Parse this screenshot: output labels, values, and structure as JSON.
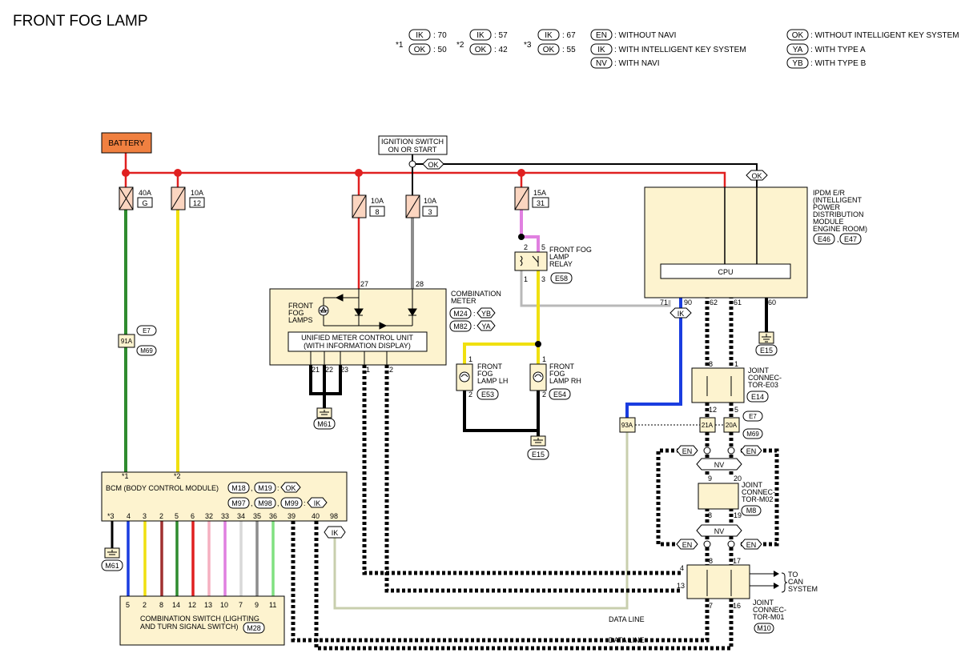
{
  "title": "FRONT FOG LAMP",
  "legend": {
    "star1": "*1",
    "star2": "*2",
    "star3": "*3",
    "s1_ik": "IK",
    "s1_ik_v": ": 70",
    "s1_ok": "OK",
    "s1_ok_v": ": 50",
    "s2_ik": "IK",
    "s2_ik_v": ": 57",
    "s2_ok": "OK",
    "s2_ok_v": ": 42",
    "s3_ik": "IK",
    "s3_ik_v": ": 67",
    "s3_ok": "OK",
    "s3_ok_v": ": 55",
    "en_tag": "EN",
    "en_text": ": WITHOUT NAVI",
    "ik_tag": "IK",
    "ik_text": ": WITH INTELLIGENT KEY SYSTEM",
    "nv_tag": "NV",
    "nv_text": ": WITH NAVI",
    "ok_tag": "OK",
    "ok_text": ": WITHOUT INTELLIGENT KEY SYSTEM",
    "ya_tag": "YA",
    "ya_text": ": WITH TYPE A",
    "yb_tag": "YB",
    "yb_text": ": WITH TYPE B"
  },
  "battery": "BATTERY",
  "ignition": {
    "line1": "IGNITION SWITCH",
    "line2": "ON OR START",
    "tag": "OK",
    "tag2": "OK"
  },
  "fuses": {
    "f1_amp": "40A",
    "f1_id": "G",
    "f2_amp": "10A",
    "f2_id": "12",
    "f3_amp": "10A",
    "f3_id": "8",
    "f4_amp": "10A",
    "f4_id": "3",
    "f5_amp": "15A",
    "f5_id": "31"
  },
  "ipdm": {
    "l1": "IPDM E/R",
    "l2": "(INTELLIGENT",
    "l3": "POWER",
    "l4": "DISTRIBUTION",
    "l5": "MODULE",
    "l6": "ENGINE ROOM)",
    "conn1": "E46",
    "conn2": "E47",
    "cpu": "CPU",
    "p71": "71",
    "p90": "90",
    "p62": "62",
    "p61": "61",
    "p60": "60",
    "ik_tag": "IK",
    "gnd": "E15"
  },
  "relay": {
    "l1": "FRONT FOG",
    "l2": "LAMP",
    "l3": "RELAY",
    "conn": "E58",
    "p2": "2",
    "p5": "5",
    "p1": "1",
    "p3": "3"
  },
  "combination_meter": {
    "l1": "COMBINATION",
    "l2": "METER",
    "c1": "M24",
    "c1_tag": "YB",
    "c2": "M82",
    "c2_tag": "YA",
    "fog_l1": "FRONT",
    "fog_l2": "FOG",
    "fog_l3": "LAMPS",
    "unit_l1": "UNIFIED METER CONTROL UNIT",
    "unit_l2": "(WITH INFORMATION DISPLAY)",
    "p27": "27",
    "p28": "28",
    "p21": "21",
    "p22": "22",
    "p23": "23",
    "p1": "1",
    "p2": "2",
    "gnd": "M61"
  },
  "fog_lh": {
    "l1": "FRONT",
    "l2": "FOG",
    "l3": "LAMP LH",
    "conn": "E53",
    "p1": "1",
    "p2": "2"
  },
  "fog_rh": {
    "l1": "FRONT",
    "l2": "FOG",
    "l3": "LAMP RH",
    "conn": "E54",
    "p1": "1",
    "p2": "2"
  },
  "fog_gnd": "E15",
  "joint_e03": {
    "l1": "JOINT",
    "l2": "CONNEC-",
    "l3": "TOR-E03",
    "conn": "E14",
    "p8": "8",
    "p1": "1",
    "p12": "12",
    "p5": "5"
  },
  "harness": {
    "c1": "91A",
    "c1_a": "E7",
    "c1_b": "M69",
    "c2": "93A",
    "c3": "21A",
    "c4": "20A",
    "c_a": "E7",
    "c_b": "M69"
  },
  "joint_m02": {
    "l1": "JOINT",
    "l2": "CONNEC-",
    "l3": "TOR-M02",
    "conn": "M8",
    "p9": "9",
    "p20": "20",
    "p8": "8",
    "p19": "19"
  },
  "joint_m01": {
    "l1": "JOINT",
    "l2": "CONNEC-",
    "l3": "TOR-M01",
    "conn": "M10",
    "p4": "4",
    "p8": "8",
    "p17": "17",
    "p13": "13",
    "p7": "7",
    "p16": "16"
  },
  "en_tags": [
    "EN",
    "EN",
    "EN",
    "EN"
  ],
  "nv_tags": [
    "NV",
    "NV"
  ],
  "can": {
    "l1": "TO",
    "l2": "CAN",
    "l3": "SYSTEM"
  },
  "data_line_1": "DATA LINE",
  "data_line_2": "DATA LINE",
  "bcm": {
    "name": "BCM (BODY CONTROL MODULE)",
    "c1": "M18",
    "c2": "M19",
    "tag1": "OK",
    "c3": "M97",
    "c4": "M98",
    "c5": "M99",
    "tag2": "IK",
    "star1": "*1",
    "star2": "*2",
    "star3": "*3",
    "pins": [
      "4",
      "3",
      "2",
      "5",
      "6",
      "32",
      "33",
      "34",
      "35",
      "36",
      "39",
      "40",
      "98"
    ],
    "ik_tag": "IK",
    "gnd": "M61"
  },
  "comb_switch": {
    "l1": "COMBINATION SWITCH (LIGHTING",
    "l2": "AND TURN SIGNAL SWITCH)",
    "conn": "M28",
    "pins": [
      "5",
      "2",
      "8",
      "14",
      "12",
      "13",
      "10",
      "7",
      "9",
      "11"
    ]
  },
  "colors": {
    "red": "#e02020",
    "green": "#2e8b2e",
    "yellow": "#f0e010",
    "gray": "#8c8c8c",
    "pink": "#e080e0",
    "blue": "#1a3de0",
    "panel": "#fdf3cf",
    "battery": "#f08040"
  }
}
